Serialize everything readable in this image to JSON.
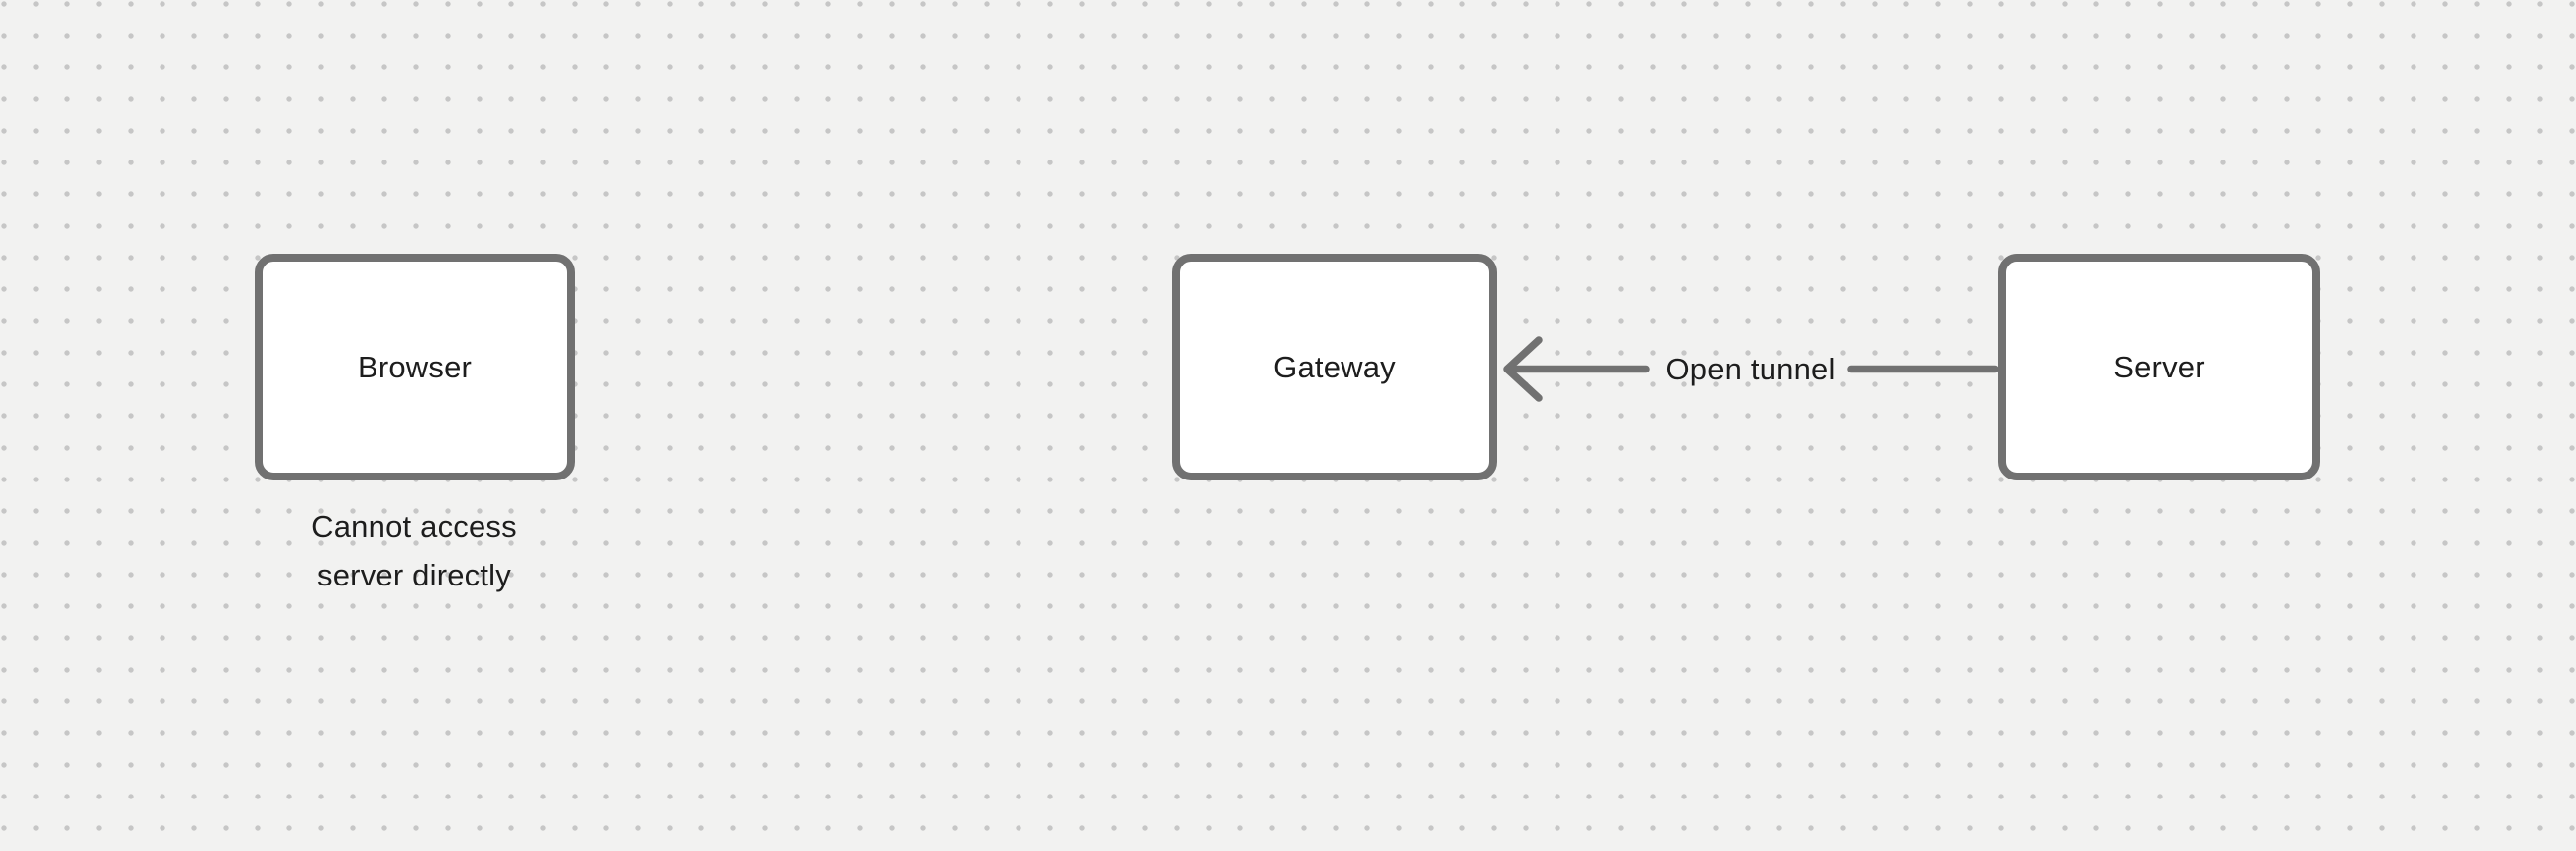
{
  "theme": {
    "background_color": "#f2f2f1",
    "dot_color": "#c6c6c6",
    "stroke_color": "#717171",
    "text_color": "#1d1d1d",
    "node_fill": "#ffffff"
  },
  "nodes": [
    {
      "id": "browser",
      "label": "Browser"
    },
    {
      "id": "gateway",
      "label": "Gateway"
    },
    {
      "id": "server",
      "label": "Server"
    }
  ],
  "edges": [
    {
      "id": "open-tunnel",
      "from": "server",
      "to": "gateway",
      "label": "Open tunnel",
      "arrow_direction": "left"
    }
  ],
  "annotations": [
    {
      "id": "browser-note",
      "attached_to": "browser",
      "text": "Cannot access\nserver directly"
    }
  ]
}
